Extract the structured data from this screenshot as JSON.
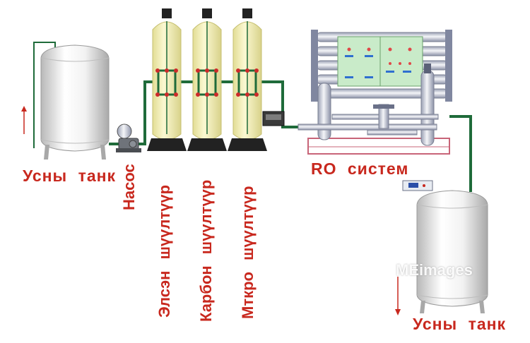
{
  "labels": {
    "source_tank": "Усны танк",
    "pump": "Насос",
    "sand_filter": "Элсэн шүүлтүүр",
    "carbon_filter": "Карбон шүүлтүүр",
    "micro_filter": "Мткро шүүлтүүр",
    "ro_system": "RO систем",
    "product_tank": "Усны танк"
  },
  "watermark": "MEimages",
  "colors": {
    "label": "#c8281e",
    "pipe": "#1f6b3a",
    "filter_body": "#f3efb8",
    "filter_cap": "#222222",
    "valve": "#cc2a2a",
    "panel": "#c9ebc9",
    "frame": "#c86478"
  }
}
